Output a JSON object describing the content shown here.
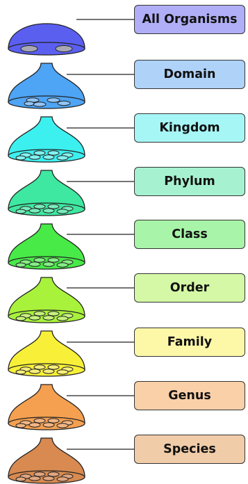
{
  "levels": [
    {
      "label": "All Organisms",
      "fill": "#5b5ff0",
      "box": "#b0aef6",
      "holes": "#a8a8b4"
    },
    {
      "label": "Domain",
      "fill": "#4ea4f5",
      "box": "#aed2f8",
      "holes": "#93c6f8"
    },
    {
      "label": "Kingdom",
      "fill": "#3cf0ef",
      "box": "#a6f6f6",
      "holes": "#83f2f0"
    },
    {
      "label": "Phylum",
      "fill": "#3ee8a0",
      "box": "#a6f2d0",
      "holes": "#7aecbc"
    },
    {
      "label": "Class",
      "fill": "#48ea48",
      "box": "#a8f4a8",
      "holes": "#86ee86"
    },
    {
      "label": "Order",
      "fill": "#a8f23c",
      "box": "#d4f8a6",
      "holes": "#c6f27e"
    },
    {
      "label": "Family",
      "fill": "#f8f038",
      "box": "#fcf8a8",
      "holes": "#f6ee7c"
    },
    {
      "label": "Genus",
      "fill": "#f4a050",
      "box": "#fad0a8",
      "holes": "#f3b584"
    },
    {
      "label": "Species",
      "fill": "#d88a50",
      "box": "#f0cca8",
      "holes": "#e0a680"
    }
  ]
}
